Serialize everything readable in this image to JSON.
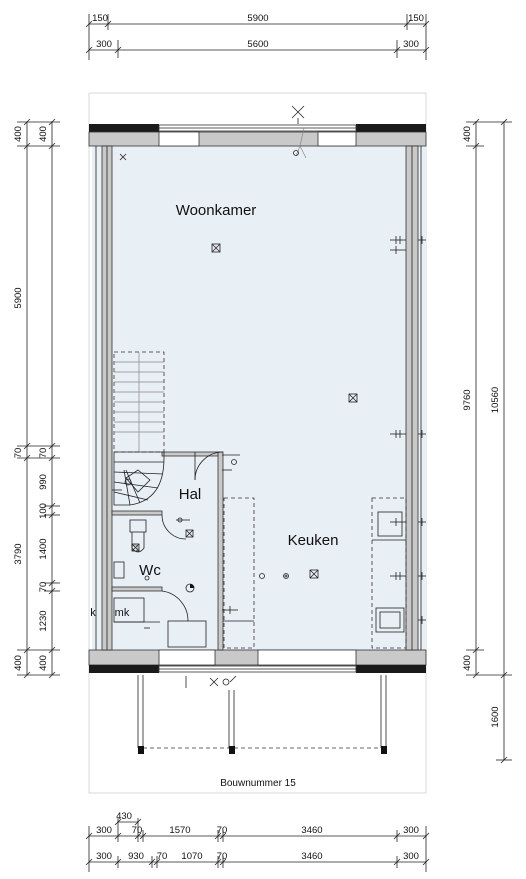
{
  "dimensions": {
    "top_row1": [
      "150",
      "5900",
      "150"
    ],
    "top_row2": [
      "300",
      "5600",
      "300"
    ],
    "left_row1": [
      "400",
      "5900",
      "70",
      "3790",
      "400"
    ],
    "left_row2": [
      "400",
      "70",
      "990",
      "100",
      "1400",
      "70",
      "1230",
      "400"
    ],
    "right_row1": [
      "400",
      "9760",
      "400"
    ],
    "right_total": [
      "10560",
      "1600"
    ],
    "bottom_row1_extra": "430",
    "bottom_row1": [
      "300",
      "70",
      "1570",
      "70",
      "3460",
      "300"
    ],
    "bottom_row2": [
      "300",
      "930",
      "70",
      "1070",
      "70",
      "3460",
      "300"
    ]
  },
  "rooms": {
    "woonkamer": "Woonkamer",
    "hal": "Hal",
    "keuken": "Keuken",
    "wc": "Wc",
    "mk": "mk",
    "k": "k"
  },
  "caption": "Bouwnummer 15"
}
